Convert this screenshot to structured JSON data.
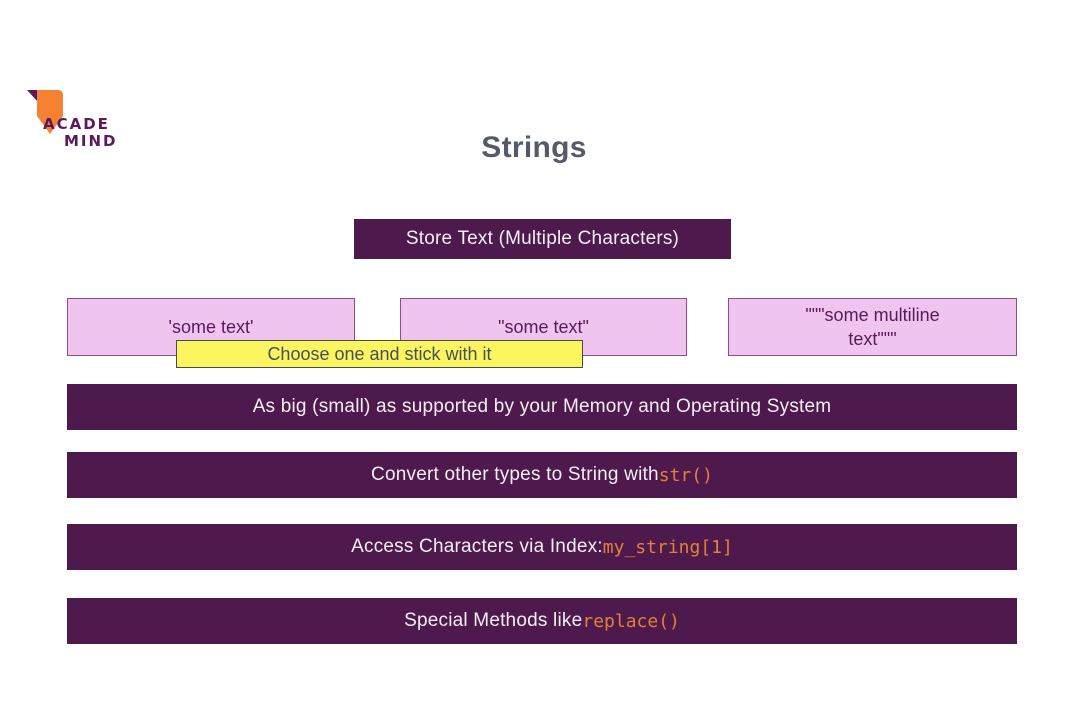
{
  "brand": {
    "name_line_1": "ACADE",
    "name_line_2": "MIND",
    "mark_icon": "bookmark-flag-icon",
    "colors": {
      "orange": "#F58233",
      "purple": "#5A1A5A"
    }
  },
  "slide": {
    "title": "Strings",
    "title_color": "#545B68",
    "background": "#FFFFFF"
  },
  "headline_bar": {
    "label": "Store Text (Multiple Characters)",
    "background": "#4E1A4E",
    "text_color": "#F4EEF4"
  },
  "quote_styles": [
    {
      "id": "single-quotes",
      "label": "'some text'"
    },
    {
      "id": "double-quotes",
      "label": "\"some text\""
    },
    {
      "id": "triple-quotes",
      "label": "\"\"\"some multiline text\"\"\"",
      "line_1": "\"\"\"some multiline",
      "line_2": "text\"\"\""
    }
  ],
  "quote_box_style": {
    "background": "#EFC5EF",
    "border_color": "#8E4E8E",
    "text_color": "#5A1A5A"
  },
  "note": {
    "label": "Choose one and stick with it",
    "background": "#FBF55F",
    "border_color": "#4A4A4A",
    "text_color": "#4A4E58"
  },
  "feature_bars": [
    {
      "id": "memory-size",
      "text": "As big (small) as supported by your Memory and Operating System",
      "code": ""
    },
    {
      "id": "convert-to-string",
      "text": "Convert other types to String with ",
      "code": "str()"
    },
    {
      "id": "access-by-index",
      "text": "Access Characters via Index: ",
      "code": "my_string[1]"
    },
    {
      "id": "special-methods",
      "text": "Special Methods like ",
      "code": "replace()"
    }
  ],
  "bar_style": {
    "background": "#4E1A4E",
    "text_color": "#F4EEF4",
    "code_color": "#E08234"
  }
}
